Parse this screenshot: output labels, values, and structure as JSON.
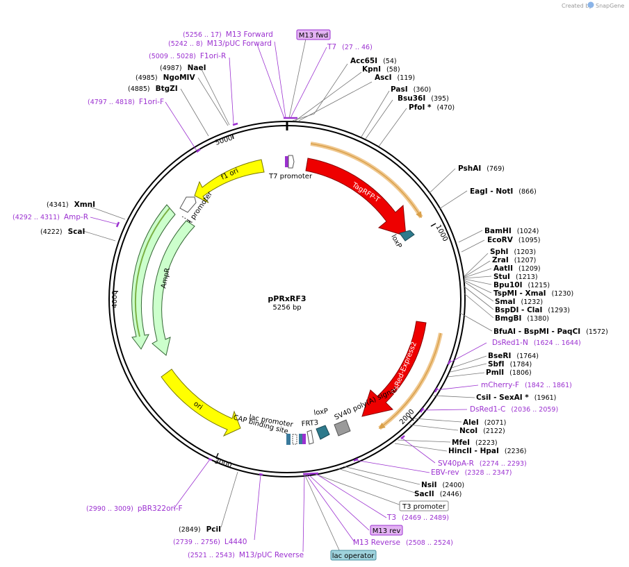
{
  "credit": {
    "created_by": "Created by",
    "brand": "SnapGene"
  },
  "plasmid": {
    "name": "pPRxRF3",
    "size": "5256 bp",
    "length": 5256
  },
  "ticks": [
    "1000",
    "2000",
    "3000",
    "4000",
    "5000"
  ],
  "features": [
    {
      "label": "TagRFP-T",
      "color": "#ee0000",
      "label_color": "#ffffff"
    },
    {
      "label": "DsRed-Express2",
      "color": "#ee0000",
      "label_color": "#ffffff"
    },
    {
      "label": "f1 ori",
      "color": "#ffff00",
      "label_color": "#000000"
    },
    {
      "label": "AmpR",
      "color": "#ccffcc",
      "label_color": "#000000"
    },
    {
      "label": "AmpR promoter",
      "color": "#ffffff",
      "label_color": "#000000"
    },
    {
      "label": "ori",
      "color": "#ffff00",
      "label_color": "#000000"
    },
    {
      "label": "T7 promoter",
      "color": "#ffffff",
      "label_color": "#000000"
    },
    {
      "label": "loxP",
      "color": "#2e7a8c",
      "label_color": "#000000"
    },
    {
      "label": "SV40 poly(A) signal",
      "color": "#9a9a9a",
      "label_color": "#000000"
    },
    {
      "label": "FRT3",
      "color": "#cfcfcf",
      "label_color": "#000000"
    },
    {
      "label": "lac promoter",
      "color": "#ffffff",
      "label_color": "#000000"
    },
    {
      "label": "CAP binding site",
      "color": "#3a7a9c",
      "label_color": "#000000"
    }
  ],
  "enzymes": [
    {
      "name": "Acc65I",
      "pos": "(54)"
    },
    {
      "name": "KpnI",
      "pos": "(58)"
    },
    {
      "name": "AscI",
      "pos": "(119)"
    },
    {
      "name": "PasI",
      "pos": "(360)"
    },
    {
      "name": "Bsu36I",
      "pos": "(395)"
    },
    {
      "name": "PfoI *",
      "pos": "(470)"
    },
    {
      "name": "PshAI",
      "pos": "(769)"
    },
    {
      "name": "EagI",
      "extra": " - NotI",
      "pos": "(866)"
    },
    {
      "name": "BamHI",
      "pos": "(1024)"
    },
    {
      "name": "EcoRV",
      "pos": "(1095)"
    },
    {
      "name": "SphI",
      "pos": "(1203)"
    },
    {
      "name": "ZraI",
      "pos": "(1207)"
    },
    {
      "name": "AatII",
      "pos": "(1209)"
    },
    {
      "name": "StuI",
      "pos": "(1213)"
    },
    {
      "name": "Bpu10I",
      "pos": "(1215)"
    },
    {
      "name": "TspMI",
      "extra": " - XmaI",
      "pos": "(1230)"
    },
    {
      "name": "SmaI",
      "pos": "(1232)"
    },
    {
      "name": "BspDI",
      "extra": " - ClaI",
      "pos": "(1293)"
    },
    {
      "name": "BmgBI",
      "pos": "(1380)"
    },
    {
      "name": "BfuAI",
      "extra": " - BspMI  - PaqCI",
      "pos": "(1572)"
    },
    {
      "name": "BseRI",
      "pos": "(1764)"
    },
    {
      "name": "SbfI",
      "pos": "(1784)"
    },
    {
      "name": "PmlI",
      "pos": "(1806)"
    },
    {
      "name": "CsiI",
      "extra": " - SexAI *",
      "pos": "(1961)"
    },
    {
      "name": "AleI",
      "pos": "(2071)"
    },
    {
      "name": "NcoI",
      "pos": "(2122)"
    },
    {
      "name": "MfeI",
      "pos": "(2223)"
    },
    {
      "name": "HincII",
      "extra": " - HpaI",
      "pos": "(2236)"
    },
    {
      "name": "NsiI",
      "pos": "(2400)"
    },
    {
      "name": "SacII",
      "pos": "(2446)"
    },
    {
      "name": "PciI",
      "pos": "(2849)"
    },
    {
      "name": "ScaI",
      "pos": "(4222)"
    },
    {
      "name": "XmnI",
      "pos": "(4341)"
    },
    {
      "name": "BtgZI",
      "pos": "(4885)"
    },
    {
      "name": "NgoMIV",
      "pos": "(4985)"
    },
    {
      "name": "NaeI",
      "pos": "(4987)"
    }
  ],
  "primers": [
    {
      "name": "M13 Forward",
      "range": "(5256 .. 17)"
    },
    {
      "name": "M13/pUC Forward",
      "range": "(5242 .. 8)"
    },
    {
      "name": "F1ori-R",
      "range": "(5009 .. 5028)"
    },
    {
      "name": "F1ori-F",
      "range": "(4797 .. 4818)"
    },
    {
      "name": "Amp-R",
      "range": "(4292 .. 4311)"
    },
    {
      "name": "T7",
      "range": "(27 .. 46)"
    },
    {
      "name": "DsRed1-N",
      "range": "(1624 .. 1644)"
    },
    {
      "name": "mCherry-F",
      "range": "(1842 .. 1861)"
    },
    {
      "name": "DsRed1-C",
      "range": "(2036 .. 2059)"
    },
    {
      "name": "SV40pA-R",
      "range": "(2274 .. 2293)"
    },
    {
      "name": "EBV-rev",
      "range": "(2328 .. 2347)"
    },
    {
      "name": "T3",
      "range": "(2469 .. 2489)"
    },
    {
      "name": "M13 Reverse",
      "range": "(2508 .. 2524)"
    },
    {
      "name": "M13/pUC Reverse",
      "range": "(2521 .. 2543)"
    },
    {
      "name": "L4440",
      "range": "(2739 .. 2756)"
    },
    {
      "name": "pBR322ori-F",
      "range": "(2990 .. 3009)"
    }
  ],
  "boxed": [
    {
      "label": "M13 fwd",
      "fill": "#e3b3f3",
      "stroke": "#9b30d0"
    },
    {
      "label": "T3 promoter",
      "fill": "#ffffff",
      "stroke": "#888888"
    },
    {
      "label": "M13 rev",
      "fill": "#e3b3f3",
      "stroke": "#9b30d0"
    },
    {
      "label": "lac operator",
      "fill": "#9fd3dd",
      "stroke": "#4a8fa0"
    }
  ]
}
